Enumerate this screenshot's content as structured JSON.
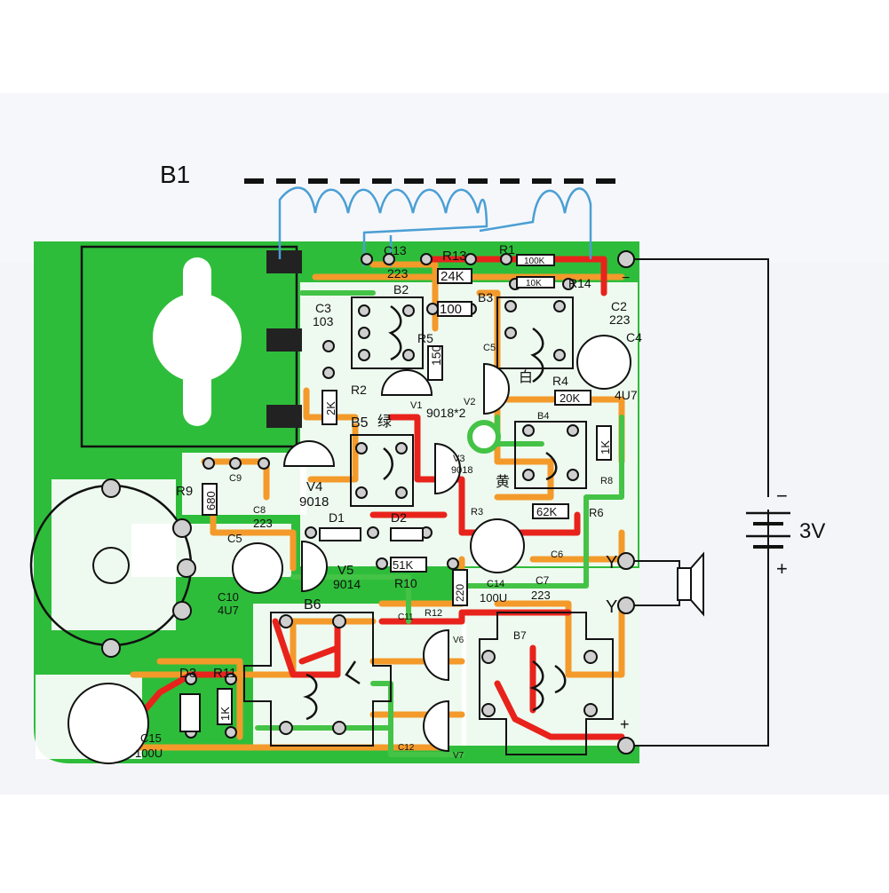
{
  "labels": {
    "transformer_b1": "B1",
    "voltage": "3V",
    "minus": "−",
    "plus": "+",
    "sp_y1": "Y",
    "sp_y2": "Y",
    "board_minus": "−",
    "board_plus": "+"
  },
  "components": [
    {
      "id": "C13",
      "text": "C13",
      "value": "223"
    },
    {
      "id": "R13",
      "text": "R13",
      "value": "24K"
    },
    {
      "id": "R1",
      "text": "R1",
      "value": "100K"
    },
    {
      "id": "R14",
      "text": "R14",
      "value": "10K"
    },
    {
      "id": "C3",
      "text": "C3",
      "value": "103"
    },
    {
      "id": "B2",
      "text": "B2"
    },
    {
      "id": "R_100",
      "value": "100"
    },
    {
      "id": "R5",
      "text": "R5",
      "value": "150"
    },
    {
      "id": "C5",
      "text": "C5"
    },
    {
      "id": "B3",
      "text": "B3"
    },
    {
      "id": "C2",
      "text": "C2",
      "value": "223"
    },
    {
      "id": "C4",
      "text": "C4",
      "value": "4U7"
    },
    {
      "id": "R2",
      "text": "R2",
      "value": "2K"
    },
    {
      "id": "V1",
      "text": "V1",
      "value": "9018*2"
    },
    {
      "id": "V2",
      "text": "V2"
    },
    {
      "id": "R4",
      "text": "R4",
      "value": "20K"
    },
    {
      "id": "B4",
      "text": "B4"
    },
    {
      "id": "R8",
      "text": "R8",
      "value": "1K"
    },
    {
      "id": "B5",
      "text": "B5"
    },
    {
      "id": "V3",
      "text": "V3",
      "value": "9018"
    },
    {
      "id": "R9",
      "text": "R9",
      "value": "680"
    },
    {
      "id": "C9",
      "text": "C9"
    },
    {
      "id": "C8",
      "text": "C8",
      "value": "223"
    },
    {
      "id": "V4",
      "text": "V4",
      "value": "9018"
    },
    {
      "id": "D1",
      "text": "D1"
    },
    {
      "id": "D2",
      "text": "D2"
    },
    {
      "id": "R3",
      "text": "R3"
    },
    {
      "id": "R6",
      "text": "R6",
      "value": "62K"
    },
    {
      "id": "C6",
      "text": "C6"
    },
    {
      "id": "C10",
      "text": "C10",
      "value": "4U7"
    },
    {
      "id": "V5",
      "text": "V5",
      "value": "9014"
    },
    {
      "id": "R10",
      "text": "R10",
      "value": "51K"
    },
    {
      "id": "R_220",
      "value": "220"
    },
    {
      "id": "C14",
      "text": "C14",
      "value": "100U"
    },
    {
      "id": "C7",
      "text": "C7",
      "value": "223"
    },
    {
      "id": "B6",
      "text": "B6"
    },
    {
      "id": "R12",
      "text": "R12"
    },
    {
      "id": "C11",
      "text": "C11"
    },
    {
      "id": "V6",
      "text": "V6"
    },
    {
      "id": "B7",
      "text": "B7"
    },
    {
      "id": "D3",
      "text": "D3"
    },
    {
      "id": "R11",
      "text": "R11",
      "value": "1K"
    },
    {
      "id": "C12",
      "text": "C12"
    },
    {
      "id": "V7",
      "text": "V7"
    },
    {
      "id": "C15",
      "text": "C15",
      "value": "100U"
    }
  ],
  "chinese_marks": {
    "green": "绿",
    "yellow": "黄",
    "red": "白"
  },
  "colors": {
    "board_green": "#2ebd3a",
    "trace_orange": "#f39a2b",
    "trace_red": "#e8231c",
    "trace_green": "#44c346",
    "coil_blue": "#4a9fd4",
    "ink": "#111111",
    "pad": "#cfcfcf"
  }
}
